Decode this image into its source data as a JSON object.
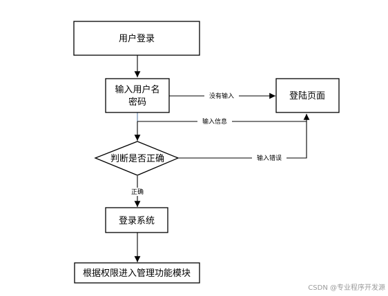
{
  "diagram": {
    "nodes": {
      "login": {
        "text": "用户登录"
      },
      "input": {
        "line1": "输入用户名",
        "line2": "密码"
      },
      "login_page": {
        "text": "登陆页面"
      },
      "judge": {
        "text": "判断是否正确"
      },
      "login_system": {
        "text": "登录系统"
      },
      "modules": {
        "text": "根据权限进入管理功能模块"
      }
    },
    "edges": {
      "no_input": "没有输入",
      "input_info": "输入信息",
      "input_error": "输入错误",
      "correct": "正确"
    }
  },
  "watermark": "CSDN @专业程序开发源"
}
